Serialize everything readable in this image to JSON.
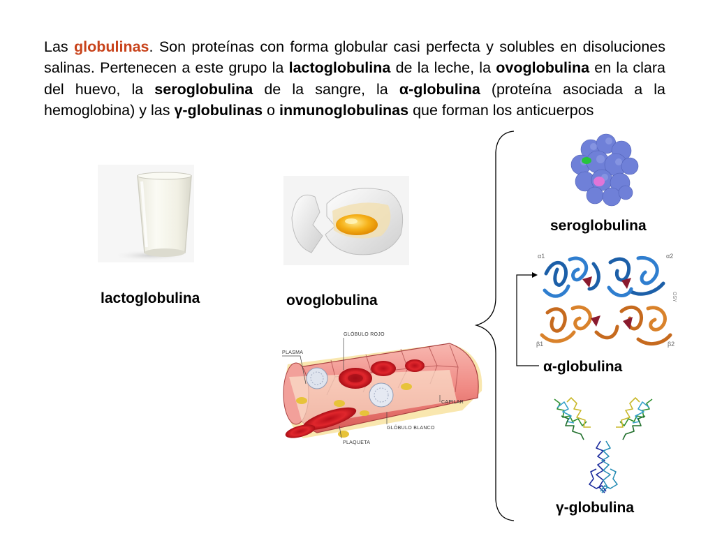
{
  "paragraph": {
    "s1": "Las ",
    "s2": "globulinas",
    "s3": ". Son proteínas con forma globular casi perfecta y solubles en disoluciones salinas. Pertenecen a este grupo la ",
    "s4": "lactoglobulina",
    "s5": " de la leche, la ",
    "s6": "ovoglobulina",
    "s7": " en la clara del huevo, la ",
    "s8": "seroglobulina",
    "s9": " de la sangre, la ",
    "s10": "α-globulina",
    "s11": " (proteína asociada a la hemoglobina) y las ",
    "s12": "γ-globulinas",
    "s13": " o ",
    "s14": "inmunoglobulinas",
    "s15": " que forman los anticuerpos"
  },
  "captions": {
    "lactoglobulina": "lactoglobulina",
    "ovoglobulina": "ovoglobulina",
    "seroglobulina": "seroglobulina",
    "alpha": "α-globulina",
    "gamma": "γ-globulina"
  },
  "vessel_labels": {
    "globulo_rojo": "GLÓBULO ROJO",
    "plasma": "PLASMA",
    "capilar": "CAPILAR",
    "globulo_blanco": "GLÓBULO BLANCO",
    "plaqueta": "PLAQUETA"
  },
  "hemoglobin_labels": {
    "a1": "α1",
    "a2": "α2",
    "b1": "β1",
    "b2": "β2",
    "side": "OSY"
  },
  "colors": {
    "highlight": "#c8421a",
    "text": "#000000"
  }
}
